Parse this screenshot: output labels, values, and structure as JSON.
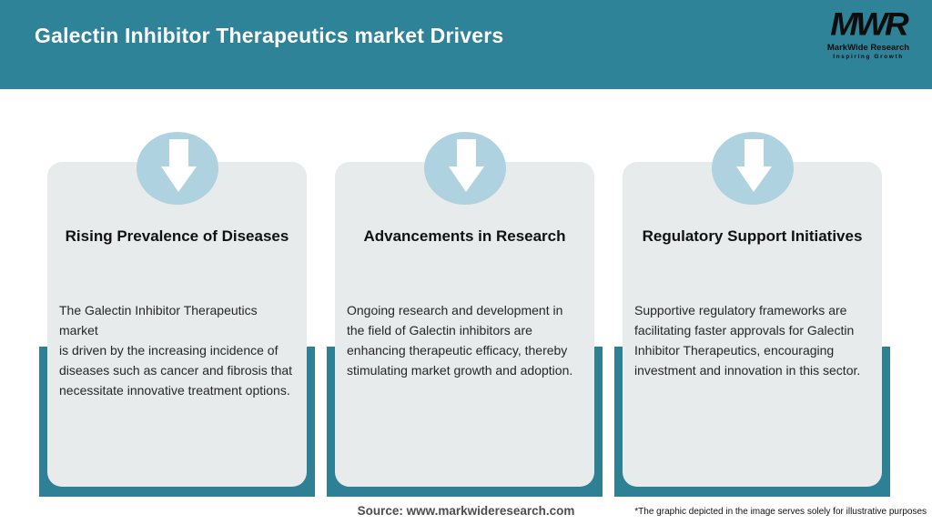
{
  "colors": {
    "header_bg": "#2E8398",
    "band_bg": "#2E8095",
    "card_bg": "#E8EBEB",
    "circle_bg": "#AFD2E0",
    "title_text": "#111111",
    "body_text": "#262626",
    "source_text": "#4D4D4D",
    "disclaimer_text": "#111111",
    "header_title_text": "#FFFFFF",
    "logo_text": "#0D0D0D",
    "arrow_fill": "#FFFFFF"
  },
  "header": {
    "title": "Galectin Inhibitor Therapeutics market Drivers",
    "logo": {
      "acronym": "MWR",
      "name": "MarkWide Research",
      "tagline": "Inspiring Growth"
    }
  },
  "cards": [
    {
      "icon": "down-arrow-icon",
      "title": "Rising Prevalence of Diseases",
      "body_lines": [
        "The Galectin Inhibitor Therapeutics market",
        "is driven by the increasing incidence of",
        "diseases such as cancer and fibrosis that",
        "necessitate innovative treatment options."
      ]
    },
    {
      "icon": "down-arrow-icon",
      "title": "Advancements in Research",
      "body_lines": [
        "Ongoing research and development in",
        "the field of Galectin inhibitors are",
        "enhancing therapeutic efficacy, thereby",
        "stimulating market growth and adoption."
      ]
    },
    {
      "icon": "down-arrow-icon",
      "title": "Regulatory Support Initiatives",
      "body_lines": [
        "Supportive regulatory frameworks are",
        "facilitating faster approvals for Galectin",
        "Inhibitor Therapeutics, encouraging",
        "investment and innovation in this sector."
      ]
    }
  ],
  "footer": {
    "source": "Source: www.markwideresearch.com",
    "disclaimer": "*The graphic depicted in the image serves solely for illustrative purposes"
  }
}
